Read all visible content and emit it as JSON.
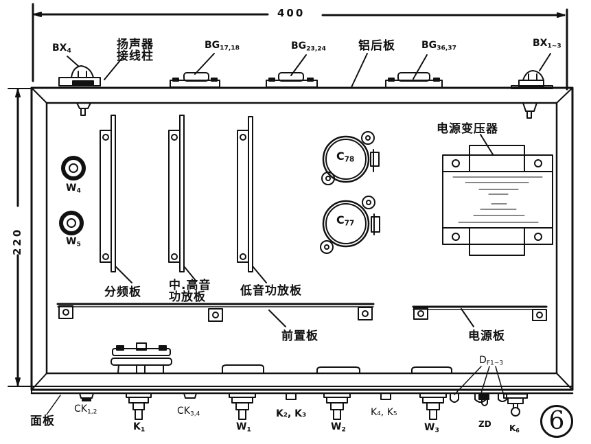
{
  "diagram": {
    "type": "chassis-layout-top-view",
    "figure_number": "6",
    "dimensions": {
      "width": "400",
      "height": "220"
    },
    "top_labels": {
      "bx4": {
        "main": "BX",
        "sub": "4"
      },
      "speaker_terminal": {
        "line1": "扬声器",
        "line2": "接线柱"
      },
      "bg17_18": {
        "main": "BG",
        "sub": "17,18"
      },
      "bg23_24": {
        "main": "BG",
        "sub": "23,24"
      },
      "aluminum_plate": "铝后板",
      "bg36_37": {
        "main": "BG",
        "sub": "36,37"
      },
      "bx1_3": {
        "main": "BX",
        "sub": "1~3"
      }
    },
    "interior_labels": {
      "w4": {
        "main": "W",
        "sub": "4"
      },
      "w5": {
        "main": "W",
        "sub": "5"
      },
      "crossover_board": "分频板",
      "mid_high_amp_board": {
        "line1": "中.高音",
        "line2": "功放板"
      },
      "bass_amp_board": "低音功放板",
      "c78": {
        "main": "C",
        "sub": "78"
      },
      "c77": {
        "main": "C",
        "sub": "77"
      },
      "power_transformer": "电源变压器",
      "preamp_board": "前置板",
      "power_board": "电源板",
      "df1_3": {
        "main": "D",
        "sub": "F1~3"
      }
    },
    "front_labels": {
      "panel": "面板",
      "ck1_2": {
        "main": "CK",
        "sub": "1,2"
      },
      "k1": {
        "main": "K",
        "sub": "1"
      },
      "ck3_4": {
        "main": "CK",
        "sub": "3,4"
      },
      "w1": {
        "main": "W",
        "sub": "1"
      },
      "k2_k3": "K₂, K₃",
      "w2": {
        "main": "W",
        "sub": "2"
      },
      "k4_k5": "K₄, K₅",
      "w3": {
        "main": "W",
        "sub": "3"
      },
      "zd": "ZD",
      "k6": {
        "main": "K",
        "sub": "6"
      }
    },
    "colors": {
      "ink": "#111111",
      "paper": "#ffffff"
    }
  }
}
